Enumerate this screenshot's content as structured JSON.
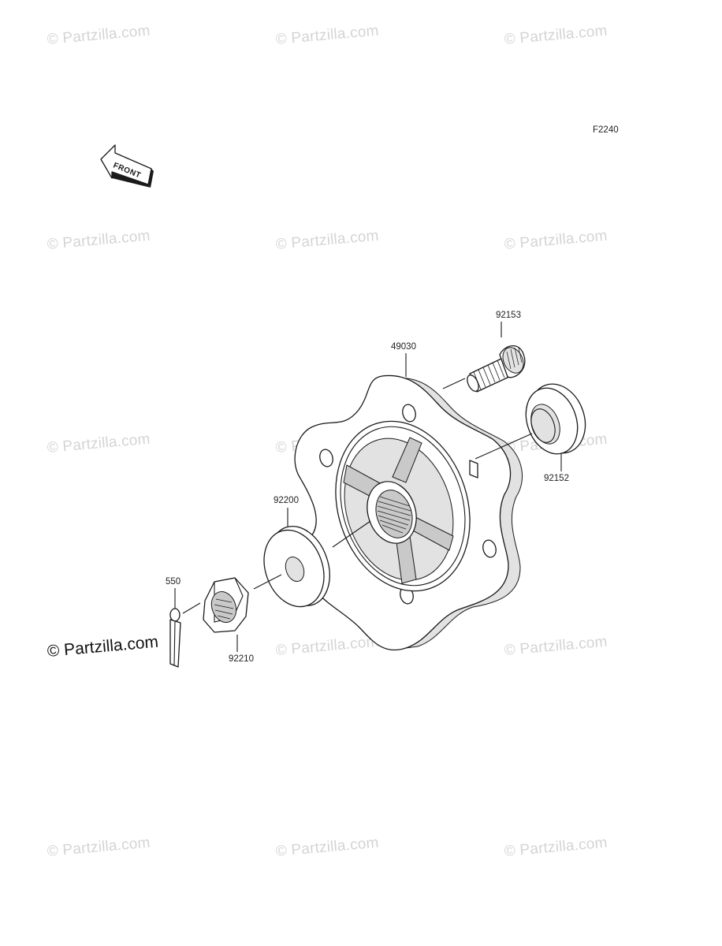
{
  "diagram_code": "F2240",
  "front_arrow_label": "FRONT",
  "watermark": "© Partzilla.com",
  "watermark_prominent": "© Partzilla.com",
  "parts": {
    "hub": "49030",
    "stud": "92153",
    "seal": "92152",
    "washer": "92200",
    "nut": "92210",
    "cotter_pin": "550"
  },
  "colors": {
    "line": "#1a1a1a",
    "watermark": "#d4d4d4",
    "shading": "#c9c9c9"
  }
}
